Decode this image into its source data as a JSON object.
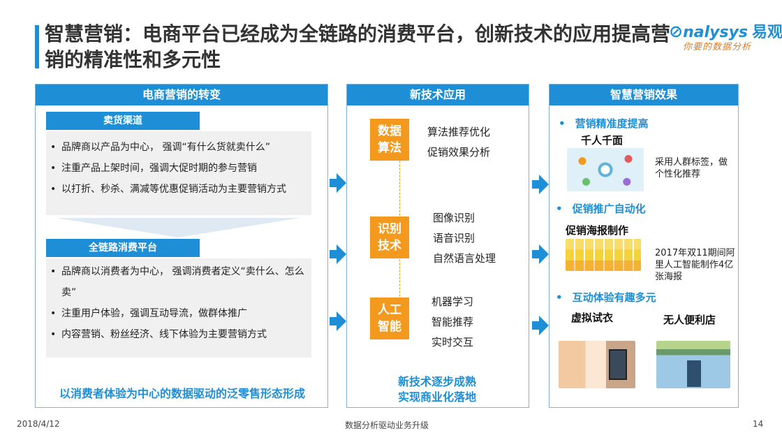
{
  "title": "智慧营销：电商平台已经成为全链路的消费平台，创新技术的应用提高营销的精准性和多元性",
  "logo": {
    "brand": "nalysys",
    "brand_cn": "易观",
    "tagline": "你要的数据分析"
  },
  "left_panel": {
    "header": "电商营销的转变",
    "section1": {
      "title": "卖货渠道",
      "bullets": [
        "品牌商以产品为中心， 强调“有什么货就卖什么”",
        "注重产品上架时间，强调大促时期的参与营销",
        "以打折、秒杀、满减等优惠促销活动为主要营销方式"
      ]
    },
    "section2": {
      "title": "全链路消费平台",
      "bullets": [
        "品牌商以消费者为中心， 强调消费者定义“卖什么、怎么卖”",
        "注重用户体验，强调互动导流，做群体推广",
        "内容营销、粉丝经济、线下体验为主要营销方式"
      ]
    },
    "conclusion": "以消费者体验为中心的数据驱动的泛零售形态形成"
  },
  "mid_panel": {
    "header": "新技术应用",
    "groups": [
      {
        "tag_line1": "数据",
        "tag_line2": "算法",
        "items": [
          "算法推荐优化",
          "促销效果分析"
        ]
      },
      {
        "tag_line1": "识别",
        "tag_line2": "技术",
        "items": [
          "图像识别",
          "语音识别",
          "自然语言处理"
        ]
      },
      {
        "tag_line1": "人工",
        "tag_line2": "智能",
        "items": [
          "机器学习",
          "智能推荐",
          "实时交互"
        ]
      }
    ],
    "conclusion_line1": "新技术逐步成熟",
    "conclusion_line2": "实现商业化落地"
  },
  "right_panel": {
    "header": "智慧营销效果",
    "effects": [
      {
        "title": "营销精准度提高",
        "sub": "千人千面",
        "desc": "采用人群标签，做个性化推荐"
      },
      {
        "title": "促销推广自动化",
        "sub": "促销海报制作",
        "desc": "2017年双11期间阿里人工智能制作4亿张海报"
      },
      {
        "title": "互动体验有趣多元",
        "sub1": "虚拟试衣",
        "sub2": "无人便利店"
      }
    ]
  },
  "footer": {
    "date": "2018/4/12",
    "center": "数据分析驱动业务升级",
    "page": "14"
  },
  "colors": {
    "accent": "#1e8fd6",
    "orange": "#f39a1e"
  }
}
